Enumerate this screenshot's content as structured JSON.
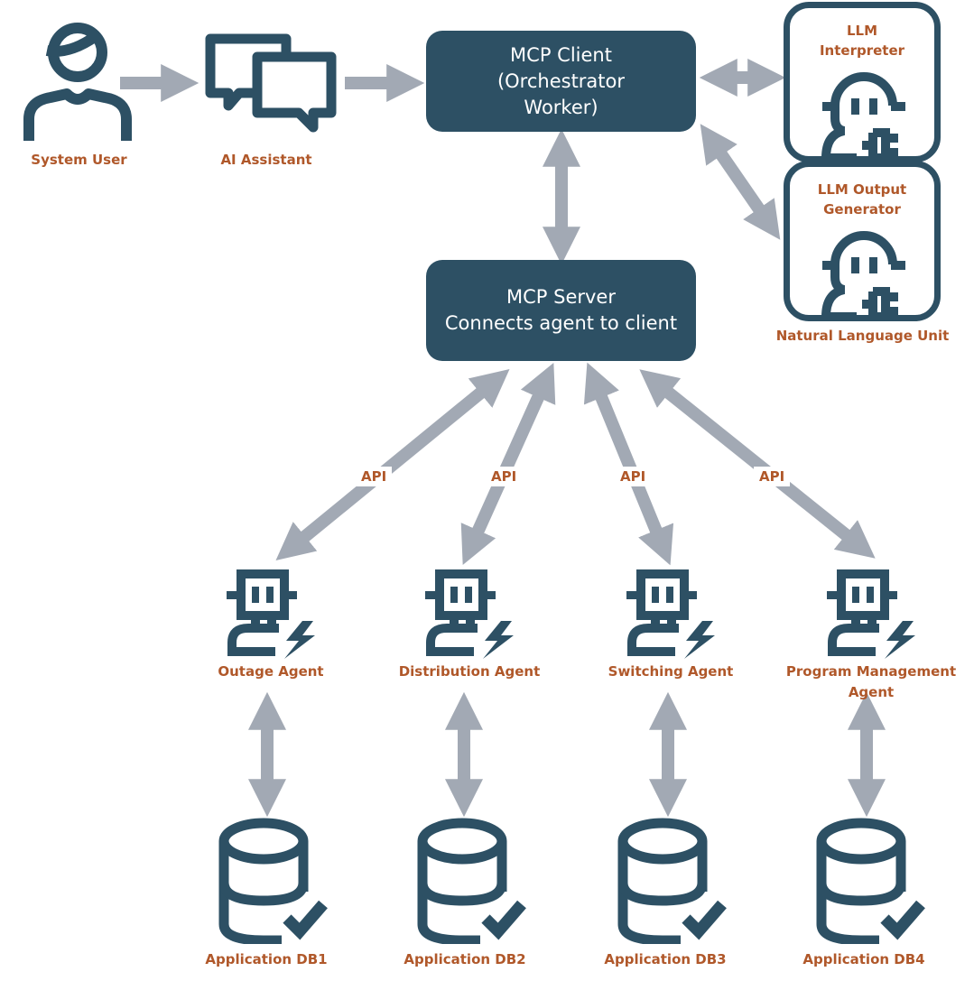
{
  "colors": {
    "primary": "#2d5064",
    "label": "#b0582a",
    "arrow": "#a2a9b4"
  },
  "top_row": {
    "system_user": {
      "label": "System User",
      "icon": "user-icon"
    },
    "ai_assistant": {
      "label": "AI Assistant",
      "icon": "chat-bubbles-icon"
    }
  },
  "mcp_client": {
    "line1": "MCP Client",
    "line2": "(Orchestrator",
    "line3": "Worker)"
  },
  "mcp_server": {
    "line1": "MCP Server",
    "line2": "Connects agent to client"
  },
  "nlu": {
    "interpreter": {
      "line1": "LLM",
      "line2": "Interpreter",
      "icon": "llm-plug-icon"
    },
    "output_generator": {
      "line1": "LLM Output",
      "line2": "Generator",
      "icon": "llm-plug-icon"
    },
    "caption": "Natural Language Unit"
  },
  "api_labels": [
    "API",
    "API",
    "API",
    "API"
  ],
  "agents": [
    {
      "label": "Outage Agent",
      "icon": "robot-agent-icon"
    },
    {
      "label": "Distribution Agent",
      "icon": "robot-agent-icon"
    },
    {
      "label": "Switching Agent",
      "icon": "robot-agent-icon"
    },
    {
      "label": "Program Management",
      "label2": "Agent",
      "icon": "robot-agent-icon"
    }
  ],
  "databases": [
    {
      "label": "Application DB1",
      "icon": "database-check-icon"
    },
    {
      "label": "Application DB2",
      "icon": "database-check-icon"
    },
    {
      "label": "Application DB3",
      "icon": "database-check-icon"
    },
    {
      "label": "Application DB4",
      "icon": "database-check-icon"
    }
  ]
}
